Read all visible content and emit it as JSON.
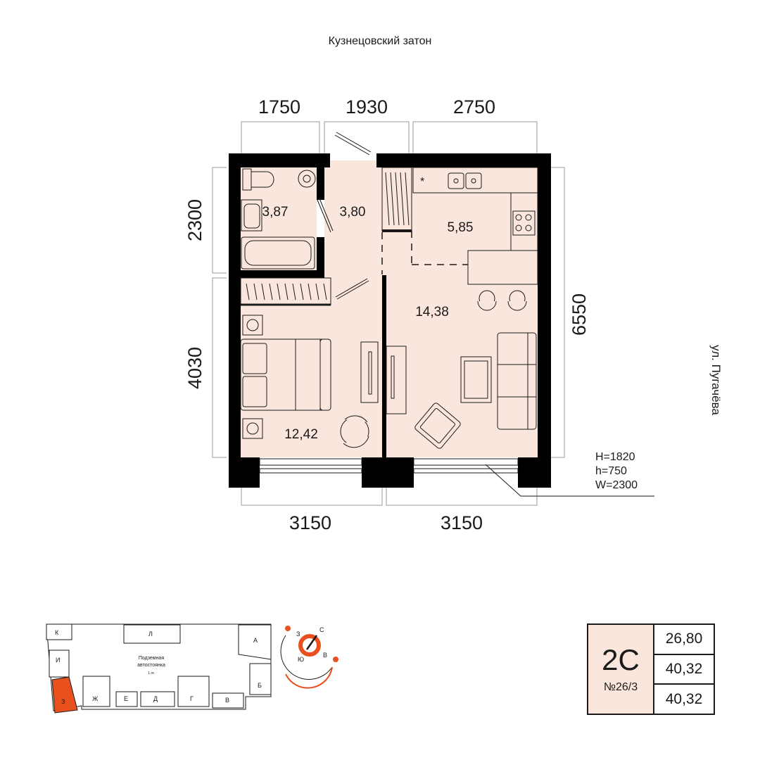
{
  "header": {
    "title": "Кузнецовский затон"
  },
  "street": {
    "name": "ул. Пугачёва"
  },
  "dimensions": {
    "top": [
      "1750",
      "1930",
      "2750"
    ],
    "bottom": [
      "3150",
      "3150"
    ],
    "left": [
      "2300",
      "4030"
    ],
    "right": [
      "6550"
    ]
  },
  "rooms": {
    "bathroom": "3,87",
    "hall": "3,80",
    "kitchen": "5,85",
    "living": "14,38",
    "bedroom": "12,42"
  },
  "window_spec": {
    "H": "H=1820",
    "h": "h=750",
    "W": "W=2300"
  },
  "site_plan": {
    "sections": [
      "К",
      "Л",
      "А",
      "И",
      "Б",
      "З",
      "Ж",
      "Е",
      "Д",
      "Г",
      "В"
    ],
    "parking_line1": "Подземная",
    "parking_line2": "автостоянка",
    "parking_level": "1 эт.",
    "compass": {
      "n": "С",
      "s": "Ю",
      "e": "В",
      "w": "З"
    }
  },
  "apartment": {
    "type": "2С",
    "number": "№26/3",
    "areas": [
      "26,80",
      "40,32",
      "40,32"
    ]
  },
  "colors": {
    "floor": "#fbe6de",
    "accent": "#e8511e",
    "wall": "#000000",
    "line": "#1a1a1a"
  }
}
